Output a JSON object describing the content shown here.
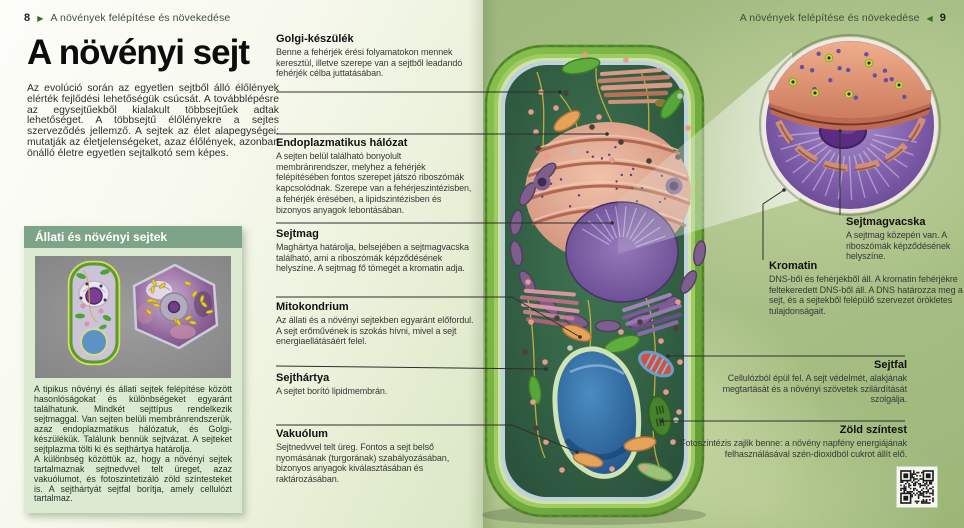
{
  "page": {
    "header_left": {
      "page_number": "8",
      "arrow": "▶",
      "section": "A növények felépítése és növekedése"
    },
    "header_right": {
      "page_number": "9",
      "arrow": "◀",
      "section": "A növények felépítése és növekedése"
    },
    "title": "A növényi sejt",
    "intro": "Az evolúció során az egyetlen sejtből álló élőlények elérték fejlődési lehetőségük csúcsát. A továbblépésre az egysejtűekből kialakult többsejtűek adtak lehetőséget. A többsejtű élőlényekre a sejtes szerveződés jellemző. A sejtek az élet alapegységei: mutatják az életjelenségeket, azaz élőlények, azonban önálló életre egyetlen sejtalkotó sem képes."
  },
  "infobox": {
    "title": "Állati és növényi sejtek",
    "caption_p1": "A tipikus növényi és állati sejtek felépítése között hasonlóságokat és különbségeket egyaránt találhatunk. Mindkét sejttípus rendelkezik sejtmaggal. Van sejten belüli membránrendszerük, azaz endoplazmatikus hálózatuk, és Golgi-készülékük. Találunk bennük sejtvázat. A sejteket sejtplazma tölti ki és sejthártya határolja.",
    "caption_p2": "A különbség közöttük az, hogy a növényi sejtek tartalmaznak sejtnedvvel telt üreget, azaz vakuólumot, és fotoszintetizáló zöld színtesteket is. A sejthártyát sejtfal borítja, amely cellulózt tartalmaz."
  },
  "labels": {
    "golgi": {
      "title": "Golgi-készülék",
      "text": "Benne a fehérjék érési folyamatokon mennek keresztül, illetve szerepe van a sejtből leadandó fehérjék célba juttatásában."
    },
    "er": {
      "title": "Endoplazmatikus hálózat",
      "text": "A sejten belül található bonyolult membránrendszer, melyhez a fehérjék felépítésében fontos szerepet játszó riboszómák kapcsolódnak. Szerepe van a fehérjeszintézisben, a fehérjék érésében, a lipidszintézisben és bizonyos anyagok lebontásában."
    },
    "sejtmag": {
      "title": "Sejtmag",
      "text": "Maghártya határolja, belsejében a sejtmagvacska található, ami a riboszómák képződésének helyszíne. A sejtmag fő tömegét a kromatin adja."
    },
    "mitokondrium": {
      "title": "Mitokondrium",
      "text": "Az állati és a növényi sejtekben egyaránt előfordul. A sejt erőművének is szokás hívni, mivel a sejt energiaellátásáért felel."
    },
    "sejthartya": {
      "title": "Sejthártya",
      "text": "A sejtet borító lipidmembrán."
    },
    "vakuolum": {
      "title": "Vakuólum",
      "text": "Sejtnedvvel telt üreg. Fontos a sejt belső nyomásának (turgorának) szabályozásában, bizonyos anyagok kiválasztásában és raktározásában."
    },
    "sejtmagvacska": {
      "title": "Sejtmagvacska",
      "text": "A sejtmag közepén van. A riboszómák képződésének helyszíne."
    },
    "kromatin": {
      "title": "Kromatin",
      "text": "DNS-ből és fehérjékből áll. A kromatin fehérjékre feltekeredett DNS-ből áll. A DNS határozza meg a sejt, és a sejtekből felépülő szervezet örökletes tulajdonságait."
    },
    "sejtfal": {
      "title": "Sejtfal",
      "text": "Cellulózból épül fel. A sejt védelmét, alakjának megtartását és a növényi szövetek szilárdítását szolgálja."
    },
    "zold_szintest": {
      "title": "Zöld színtest",
      "text": "Fotoszintézis zajlik benne: a növény napfény energiájának felhasználásával szén-dioxidból cukrot állít elő."
    }
  },
  "colors": {
    "infobox_header": "#7da489",
    "infobox_body": "#dcead2",
    "right_page_green": "#a9c287",
    "cell_wall_green": "#76b13f",
    "cytoplasm_green": "#2f5a42",
    "vacuole_blue": "#2e6b9e",
    "nucleus_purple": "#6a4b92",
    "connector_line": "#2e2e2e"
  }
}
